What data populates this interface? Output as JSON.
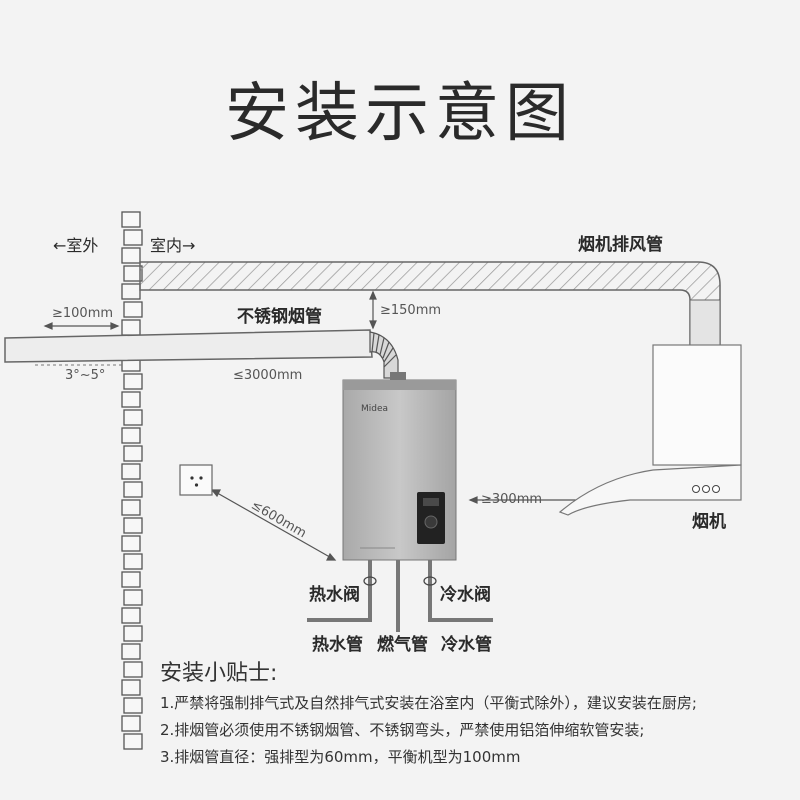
{
  "title": "安装示意图",
  "labels": {
    "outdoor": "←室外",
    "indoor": "室内→",
    "range_hood_exhaust": "烟机排风管",
    "stainless_flue": "不锈钢烟管",
    "dist_100": "≥100mm",
    "dist_150": "≥150mm",
    "dist_3000": "≤3000mm",
    "angle": "3°~5°",
    "dist_300": "≥300mm",
    "dist_600": "≤600mm",
    "range_hood": "烟机",
    "hot_valve": "热水阀",
    "cold_valve": "冷水阀",
    "hot_pipe": "热水管",
    "gas_pipe": "燃气管",
    "cold_pipe": "冷水管",
    "brand": "Midea"
  },
  "tips": {
    "title": "安装小贴士:",
    "items": [
      "1.严禁将强制排气式及自然排气式安装在浴室内（平衡式除外），建议安装在厨房;",
      "2.排烟管必须使用不锈钢烟管、不锈钢弯头，严禁使用铝箔伸缩软管安装;",
      "3.排烟管直径：强排型为60mm，平衡机型为100mm"
    ]
  },
  "colors": {
    "heater_body": "#b9b9b9",
    "outline": "#555555",
    "background": "#f3f3f3"
  }
}
